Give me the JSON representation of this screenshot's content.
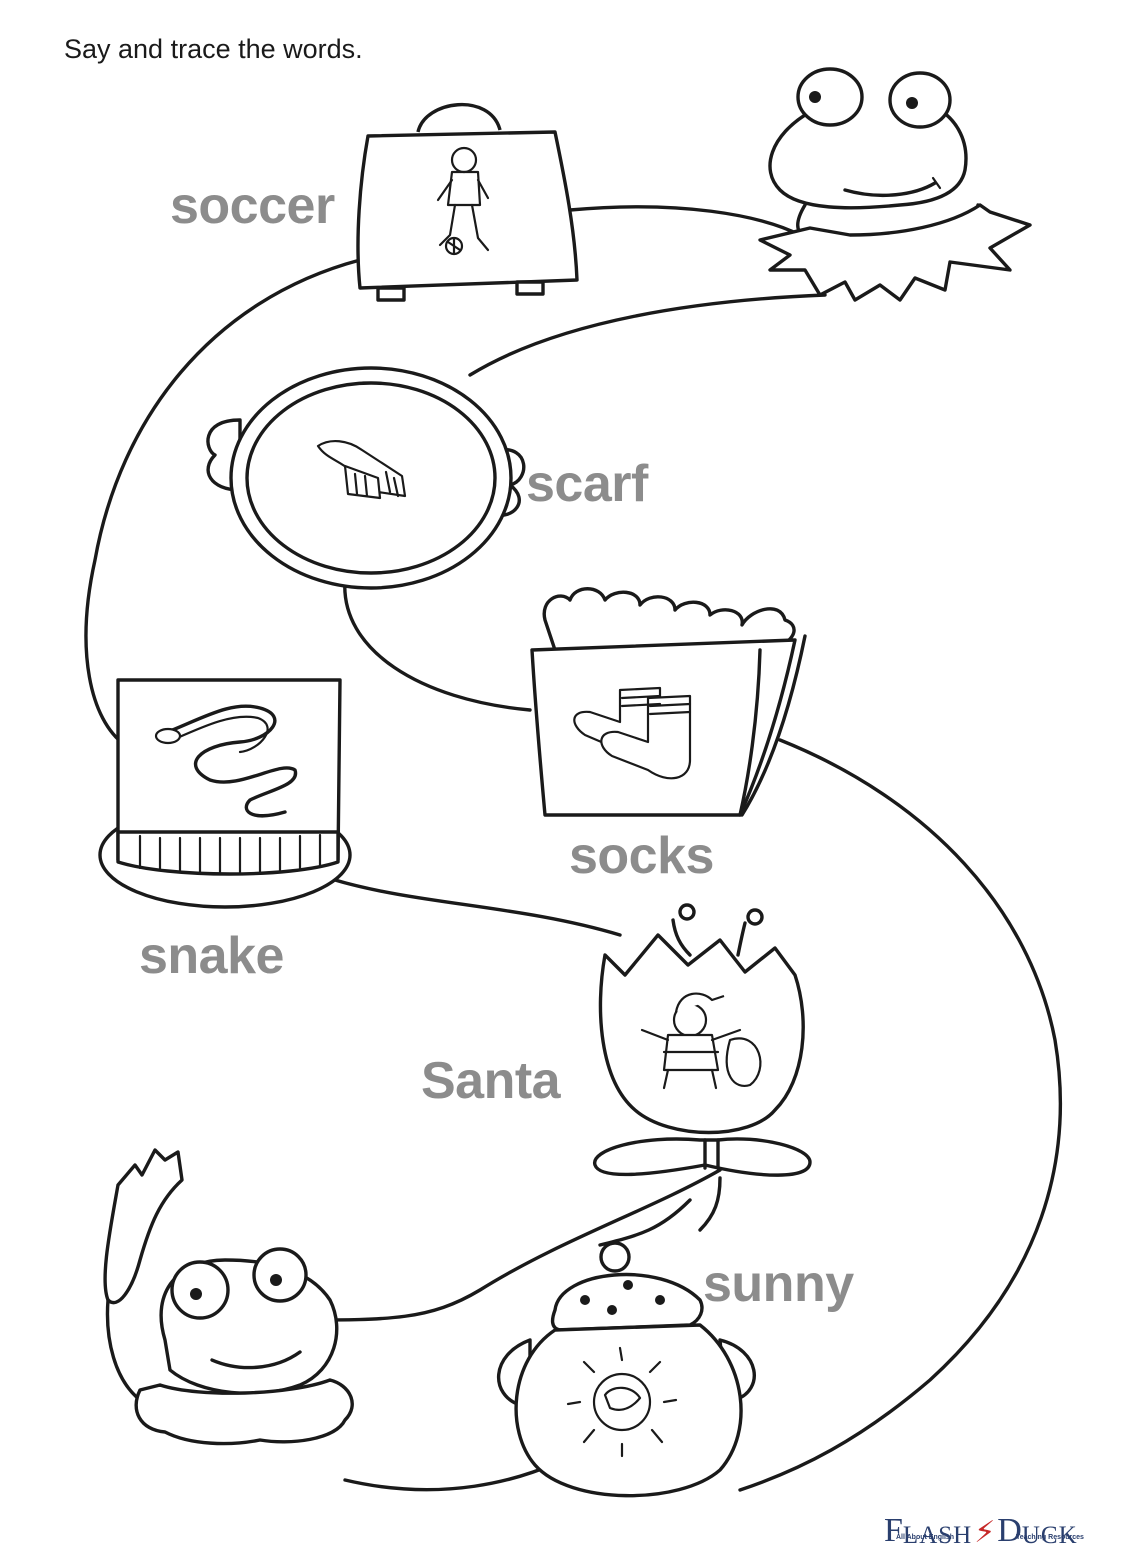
{
  "instruction": "Say and trace the words.",
  "words": {
    "soccer": "soccer",
    "scarf": "scarf",
    "socks": "socks",
    "snake": "snake",
    "santa": "Santa",
    "sunny": "sunny"
  },
  "logo": {
    "flash_initial": "F",
    "flash_rest": "LASH",
    "duck_initial": "D",
    "duck_rest": "UCK",
    "tagline_left": "All About English",
    "tagline_right": "Teaching Resources"
  },
  "colors": {
    "word_gray": "#8c8c8c",
    "logo_blue": "#2a3f6e",
    "logo_red": "#c62828"
  }
}
